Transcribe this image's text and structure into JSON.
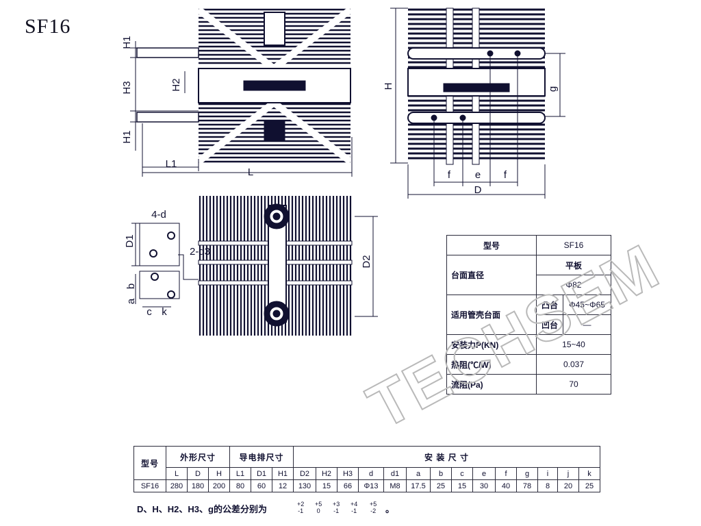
{
  "page": {
    "title": "SF16"
  },
  "drawing": {
    "labels": {
      "H1": "H1",
      "H2": "H2",
      "H3": "H3",
      "L1": "L1",
      "L": "L",
      "H": "H",
      "g": "g",
      "f": "f",
      "e": "e",
      "D": "D",
      "d4": "4-d",
      "d2": "2-d3",
      "D1": "D1",
      "D2": "D2",
      "b": "b",
      "a": "a",
      "c": "c",
      "k": "k"
    }
  },
  "spec_table": {
    "model_label": "型号",
    "model_value": "SF16",
    "face_label": "台面直径",
    "face_type": "平板",
    "face_dia": "Φ82",
    "case_label": "适用管壳台面",
    "convex_label": "凸台",
    "convex_value": "Φ45~Φ65",
    "concave_label": "凹台",
    "concave_value": "—",
    "force_label": "安装力P(KN)",
    "force_value": "15~40",
    "thermal_label": "热阻(℃/W)",
    "thermal_value": "0.037",
    "flow_label": "流阻(Pa)",
    "flow_value": "70"
  },
  "dim_table": {
    "model_header": "型号",
    "outer_header": "外形尺寸",
    "bus_header": "导电排尺寸",
    "install_header": "安 装 尺 寸",
    "columns": [
      "L",
      "D",
      "H",
      "L1",
      "D1",
      "H1",
      "D2",
      "H2",
      "H3",
      "d",
      "d1",
      "a",
      "b",
      "c",
      "e",
      "f",
      "g",
      "i",
      "j",
      "k"
    ],
    "row": {
      "model": "SF16",
      "values": [
        "280",
        "180",
        "200",
        "80",
        "60",
        "12",
        "130",
        "15",
        "66",
        "Φ13",
        "M8",
        "17.5",
        "25",
        "15",
        "30",
        "40",
        "78",
        "8",
        "20",
        "25"
      ]
    }
  },
  "note": {
    "text": "D、H、H2、H3、g的公差分别为",
    "tolerances": [
      [
        "+2",
        "-1"
      ],
      [
        "+5",
        "0"
      ],
      [
        "+3",
        "-1"
      ],
      [
        "+4",
        "-1"
      ],
      [
        "+5",
        "-2"
      ]
    ],
    "end": "。"
  },
  "watermark": "TECHSEM"
}
